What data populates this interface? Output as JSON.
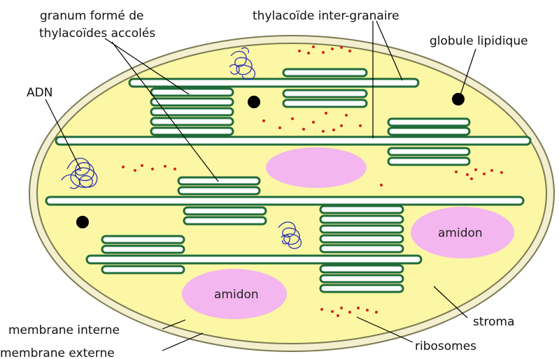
{
  "labels": {
    "granum_line1": "granum formé de",
    "granum_line2": "thylacoïdes accolés",
    "thylacoide": "thylacoïde inter-granaire",
    "globule": "globule lipidique",
    "adn": "ADN",
    "amidon1": "amidon",
    "amidon2": "amidon",
    "stroma": "stroma",
    "ribosomes": "ribosomes",
    "membrane_interne": "membrane interne",
    "membrane_externe": "membrane externe"
  },
  "colors": {
    "outer_membrane_fill": "#f4efcf",
    "stroma": "#fcf7a4",
    "membrane_stroke": "#7a7a52",
    "thylakoid": "#1f6b3a",
    "starch": "#f3b6ee",
    "dna": "#2a2fb0",
    "ribosome": "#d42020",
    "lipid": "#000000"
  }
}
